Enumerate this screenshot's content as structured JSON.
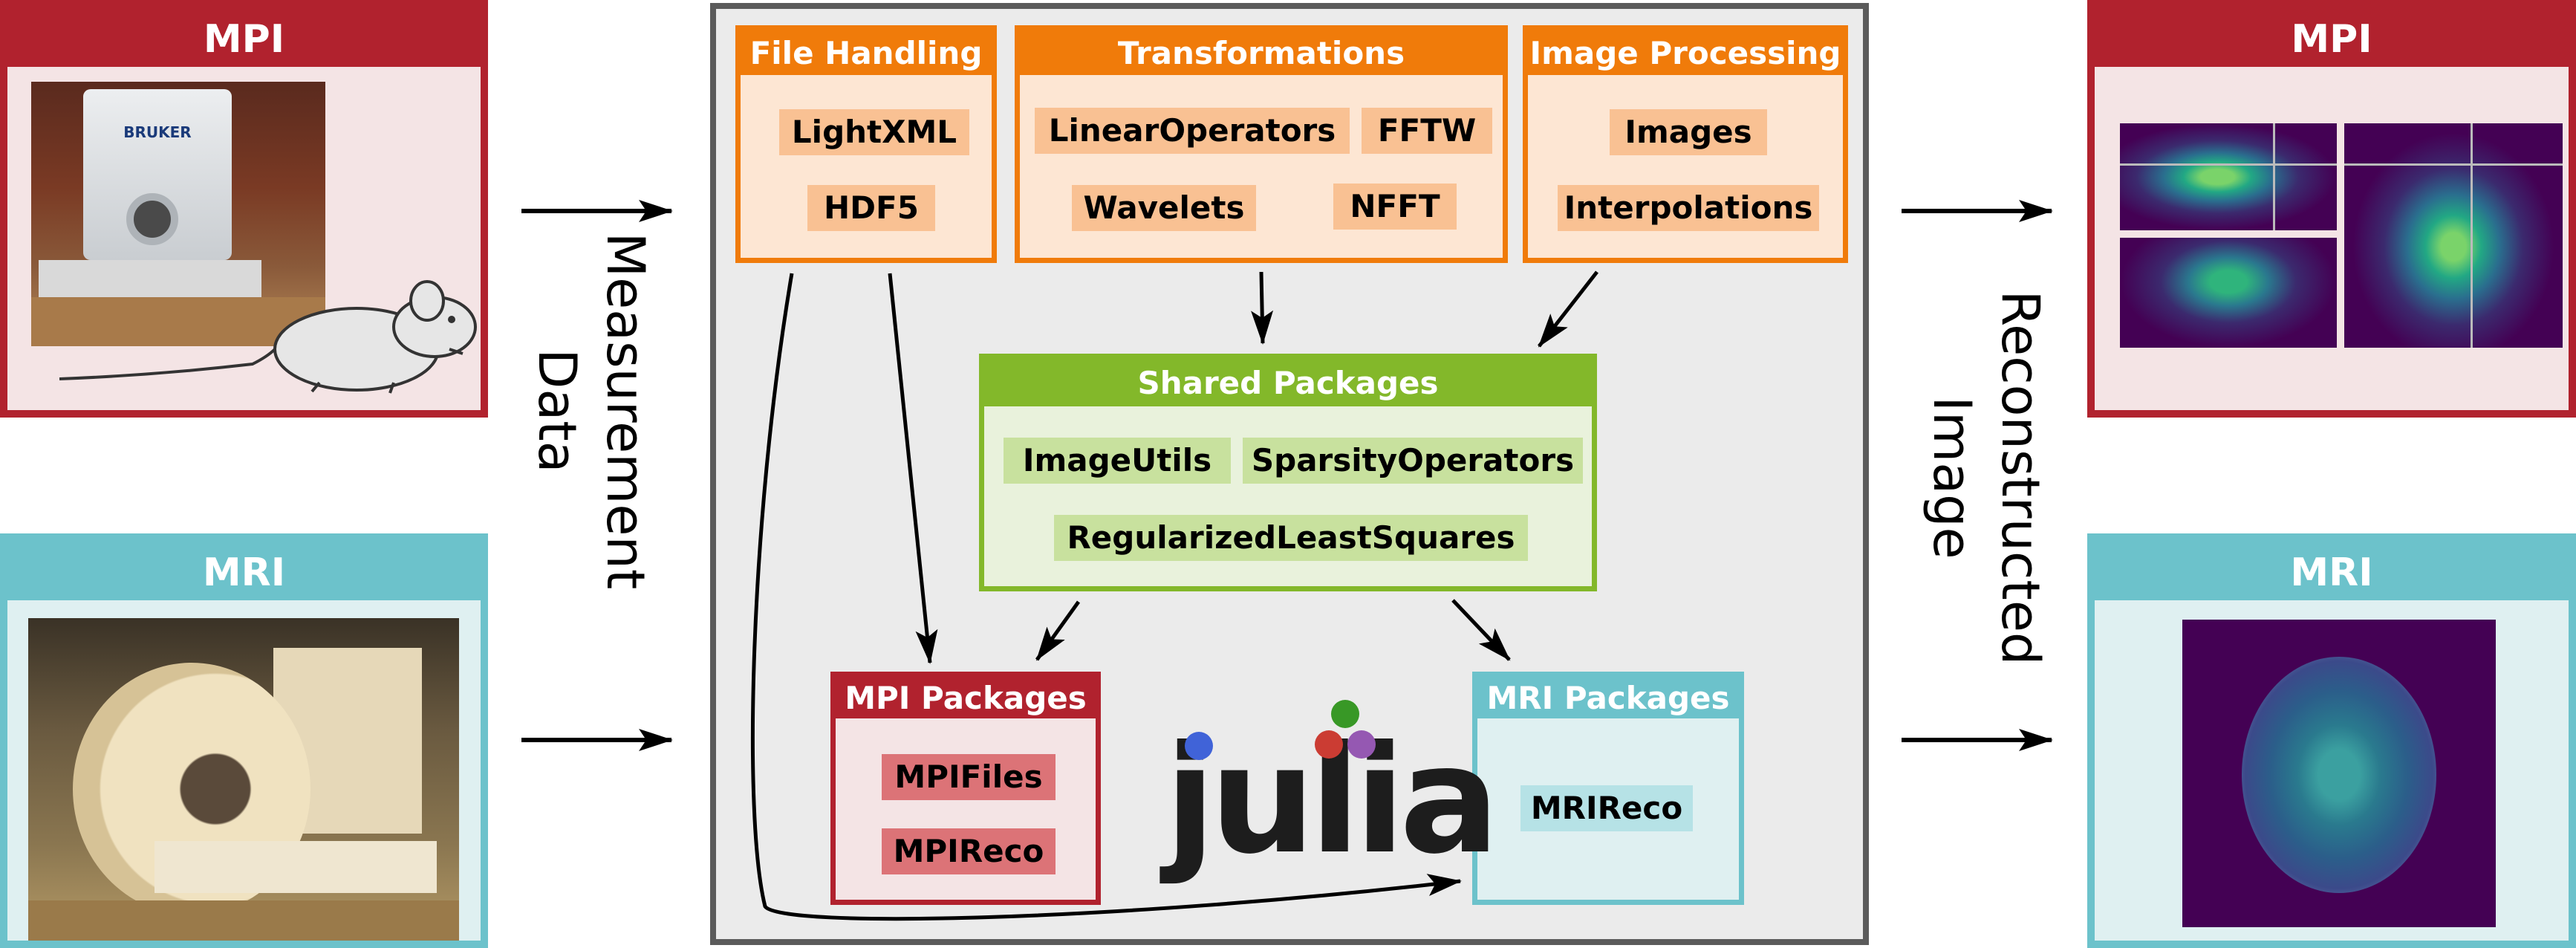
{
  "left_panels": {
    "mpi": {
      "title": "MPI",
      "image": "bruker-mpi-scanner-with-mouse-photo"
    },
    "mri": {
      "title": "MRI",
      "image": "mri-scanner-room-photo"
    }
  },
  "right_panels": {
    "mpi": {
      "title": "MPI",
      "image": "mpi-reconstructed-orthogonal-slices"
    },
    "mri": {
      "title": "MRI",
      "image": "mri-reconstructed-brain-slice"
    }
  },
  "labels": {
    "measurement_data": [
      "Measurement",
      "Data"
    ],
    "reconstructed_image": [
      "Reconstructed",
      "Image"
    ]
  },
  "groups": {
    "file_handling": {
      "title": "File Handling",
      "items": [
        "LightXML",
        "HDF5"
      ]
    },
    "transformations": {
      "title": "Transformations",
      "items": [
        "LinearOperators",
        "FFTW",
        "Wavelets",
        "NFFT"
      ]
    },
    "image_processing": {
      "title": "Image Processing",
      "items": [
        "Images",
        "Interpolations"
      ]
    },
    "shared": {
      "title": "Shared Packages",
      "items": [
        "ImageUtils",
        "SparsityOperators",
        "RegularizedLeastSquares"
      ]
    },
    "mpi": {
      "title": "MPI Packages",
      "items": [
        "MPIFiles",
        "MPIReco"
      ]
    },
    "mri": {
      "title": "MRI Packages",
      "items": [
        "MRIReco"
      ]
    }
  },
  "logo": {
    "text": "julia",
    "dot_colors": [
      "#4063d8",
      "#389826",
      "#cb3c33",
      "#9558b2"
    ]
  },
  "colors": {
    "mpi": "#b1222e",
    "mri": "#6cc2cb",
    "orange": "#f07b0a",
    "green": "#83b82a",
    "frame": "#5b5b5b"
  }
}
